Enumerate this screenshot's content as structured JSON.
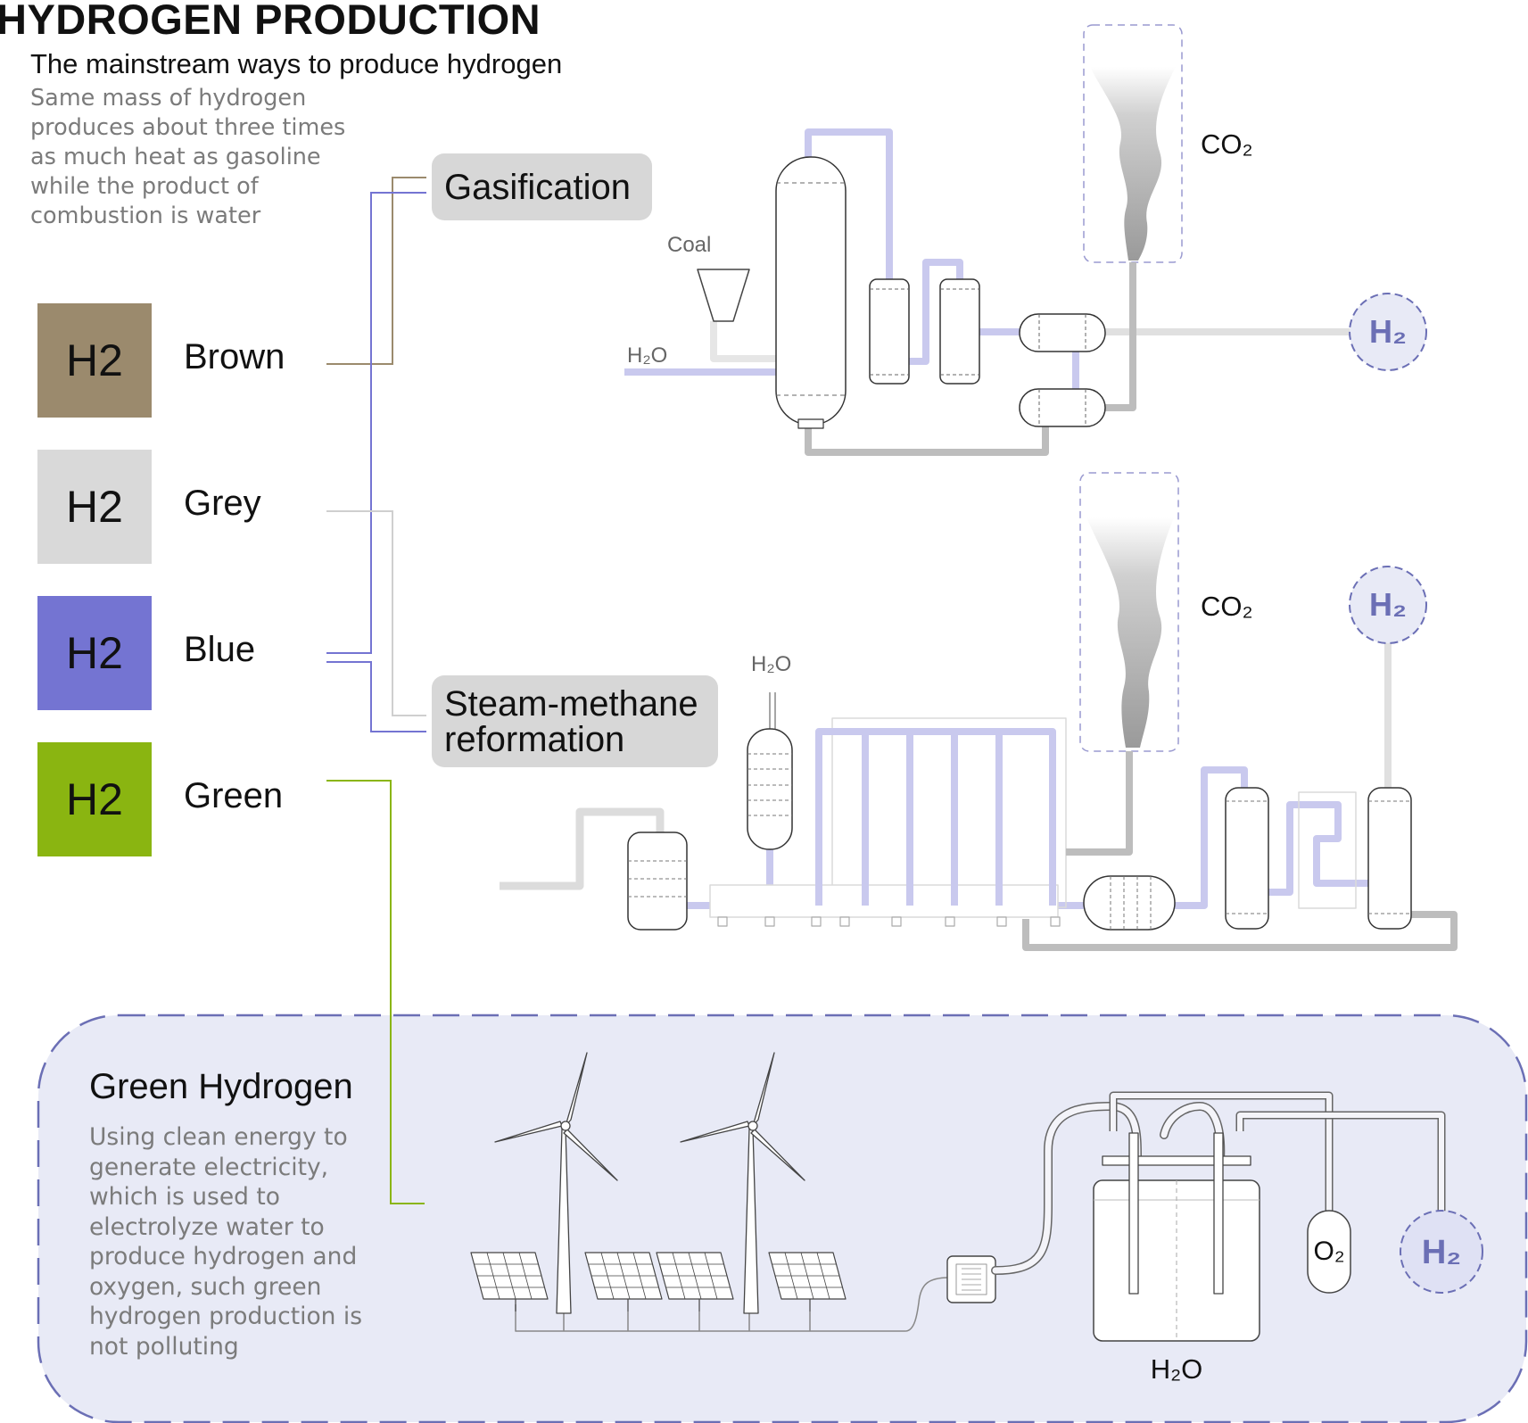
{
  "header": {
    "title": "HYDROGEN PRODUCTION",
    "subtitle": "The mainstream ways to produce hydrogen",
    "intro": "Same mass of hydrogen produces about three times as much heat as gasoline while the product of combustion is water"
  },
  "colors": {
    "brown": "#9b8a6d",
    "grey": "#d9d9d9",
    "blue": "#7474d2",
    "green": "#8ab511",
    "pipe_blue": "#c9c9ee",
    "pipe_grey": "#bdbdbd",
    "panel": "#e8eaf6",
    "panel_border": "#6b6fb5"
  },
  "types": [
    {
      "code": "H2",
      "label": "Brown"
    },
    {
      "code": "H2",
      "label": "Grey"
    },
    {
      "code": "H2",
      "label": "Blue"
    },
    {
      "code": "H2",
      "label": "Green"
    }
  ],
  "processes": {
    "gasification": "Gasification",
    "smr_line1": "Steam-methane",
    "smr_line2": "reformation"
  },
  "gasification_labels": {
    "coal": "Coal",
    "water": "H₂O",
    "co2": "CO₂",
    "h2": "H₂"
  },
  "smr_labels": {
    "water": "H₂O",
    "co2": "CO₂",
    "h2": "H₂"
  },
  "green": {
    "title": "Green Hydrogen",
    "desc": "Using clean energy to generate electricity, which is used to electrolyze water to produce hydrogen and oxygen, such green hydrogen production is not polluting",
    "o2": "O₂",
    "h2": "H₂",
    "water": "H₂O"
  }
}
